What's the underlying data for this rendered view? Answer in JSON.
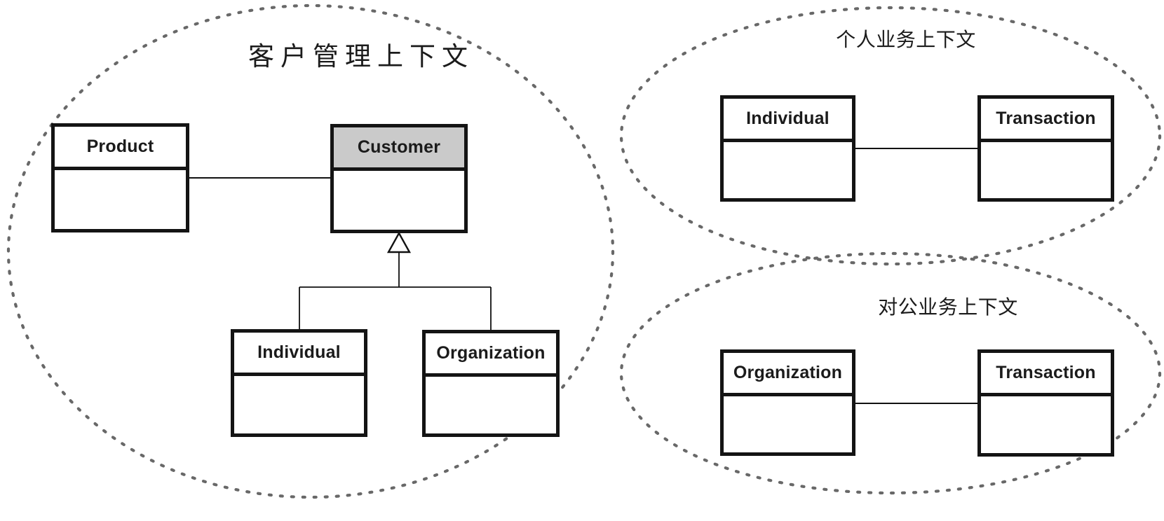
{
  "colors": {
    "box_border": "#141414",
    "box_fill": "#ffffff",
    "customer_header_fill": "#cacaca",
    "ellipse_stroke": "#686868",
    "connector": "#111111",
    "text": "#1b1b1b",
    "background": "#ffffff"
  },
  "contexts": {
    "customer_management": {
      "title": "客户管理上下文"
    },
    "personal_business": {
      "title": "个人业务上下文"
    },
    "corporate_business": {
      "title": "对公业务上下文"
    }
  },
  "classes": {
    "cm_product": {
      "name": "Product"
    },
    "cm_customer": {
      "name": "Customer",
      "highlighted": true
    },
    "cm_individual": {
      "name": "Individual"
    },
    "cm_organization": {
      "name": "Organization"
    },
    "pb_individual": {
      "name": "Individual"
    },
    "pb_transaction": {
      "name": "Transaction"
    },
    "cb_organization": {
      "name": "Organization"
    },
    "cb_transaction": {
      "name": "Transaction"
    }
  },
  "relations": [
    {
      "context": "客户管理上下文",
      "from": "Product",
      "to": "Customer",
      "type": "association"
    },
    {
      "context": "客户管理上下文",
      "from": "Individual",
      "to": "Customer",
      "type": "generalization"
    },
    {
      "context": "客户管理上下文",
      "from": "Organization",
      "to": "Customer",
      "type": "generalization"
    },
    {
      "context": "个人业务上下文",
      "from": "Individual",
      "to": "Transaction",
      "type": "association"
    },
    {
      "context": "对公业务上下文",
      "from": "Organization",
      "to": "Transaction",
      "type": "association"
    }
  ]
}
